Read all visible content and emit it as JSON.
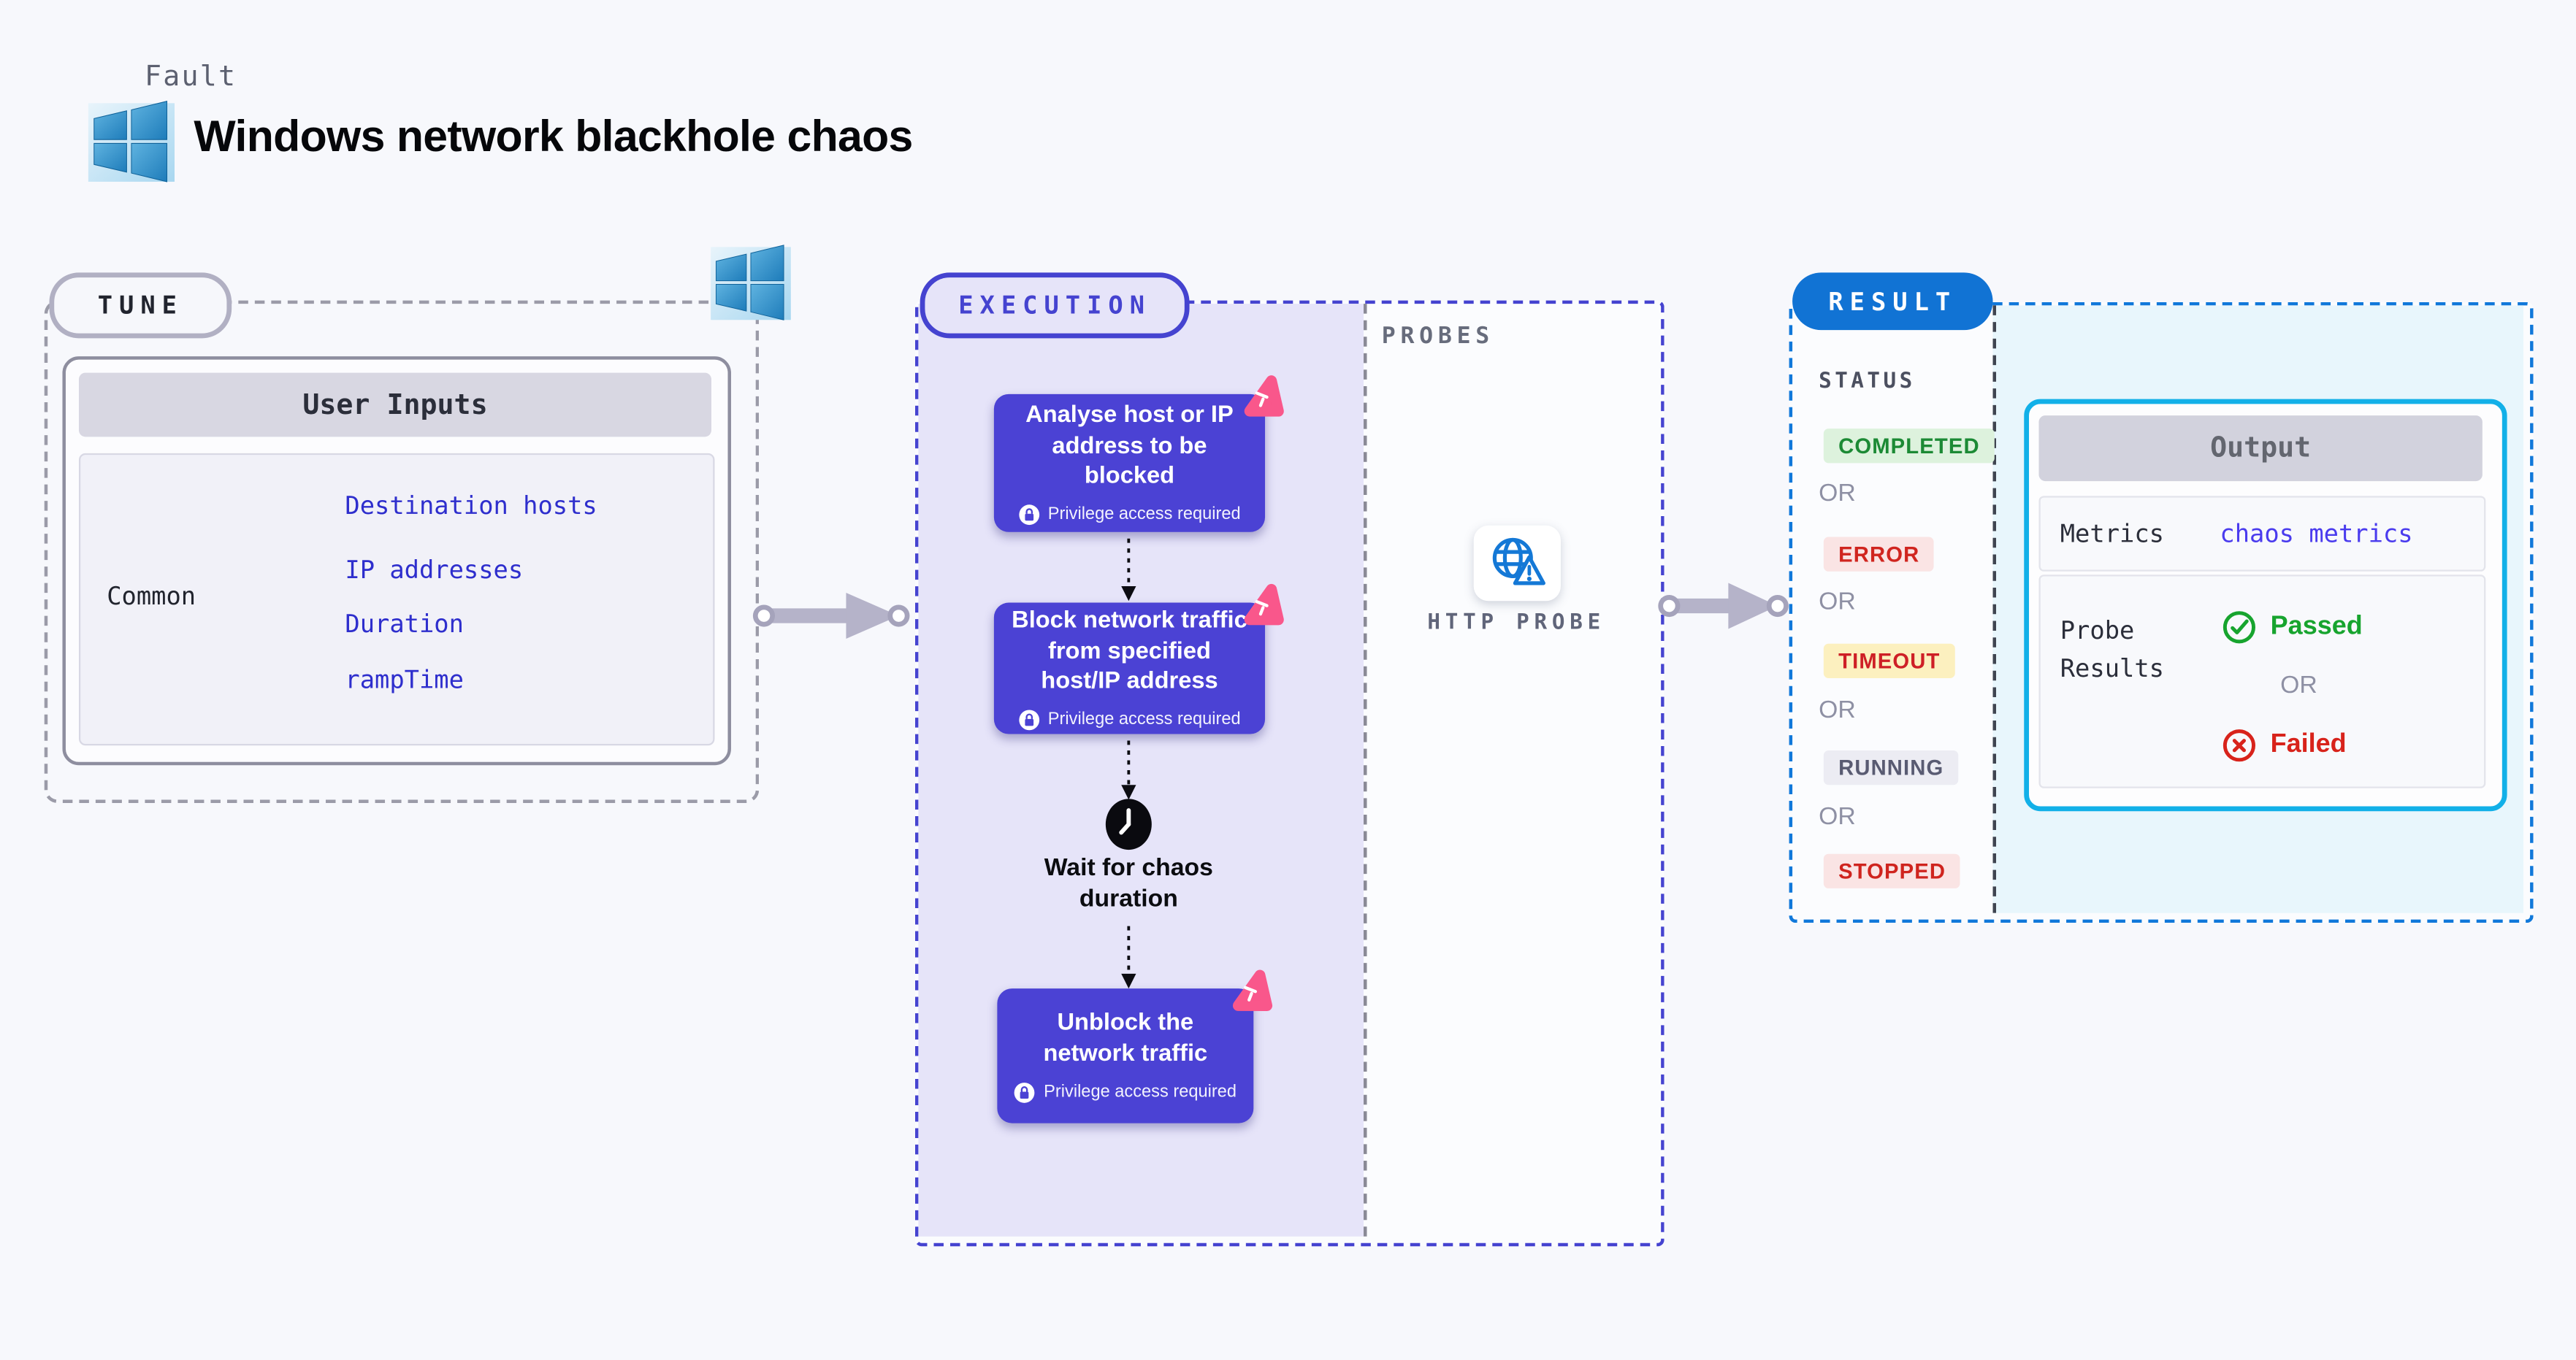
{
  "header": {
    "fault_label": "Fault",
    "title": "Windows network blackhole chaos",
    "platform_icon": "windows-logo"
  },
  "tune": {
    "pill": "TUNE",
    "table": {
      "header": "User Inputs",
      "row_label": "Common",
      "links": [
        {
          "label": "Destination hosts"
        },
        {
          "label": "IP addresses"
        },
        {
          "label": "Duration"
        },
        {
          "label": "rampTime"
        }
      ]
    }
  },
  "execution": {
    "pill": "EXECUTION",
    "steps": [
      {
        "title": "Analyse host or IP address to be blocked",
        "note": "Privilege access required"
      },
      {
        "title": "Block network traffic from specified host/IP address",
        "note": "Privilege access required"
      },
      {
        "title": "Wait for chaos duration"
      },
      {
        "title": "Unblock the network traffic",
        "note": "Privilege access required"
      }
    ],
    "probes": {
      "section_label": "PROBES",
      "probe_name": "HTTP PROBE"
    }
  },
  "result": {
    "pill": "RESULT",
    "status": {
      "label": "STATUS",
      "or_label": "OR",
      "badges": [
        {
          "label": "COMPLETED",
          "fg": "#1c8a35",
          "bg": "#ddf2dd"
        },
        {
          "label": "ERROR",
          "fg": "#d0251f",
          "bg": "#fae4e4"
        },
        {
          "label": "TIMEOUT",
          "fg": "#ce1f26",
          "bg": "#fcf0bf"
        },
        {
          "label": "RUNNING",
          "fg": "#595b72",
          "bg": "#ececf3"
        },
        {
          "label": "STOPPED",
          "fg": "#cf241e",
          "bg": "#fae4e4"
        }
      ]
    },
    "output": {
      "header": "Output",
      "metrics_label": "Metrics",
      "metrics_link": "chaos metrics",
      "probe_results_label": "Probe Results",
      "passed_label": "Passed",
      "or_label": "OR",
      "failed_label": "Failed"
    }
  },
  "colors": {
    "accent_indigo": "#4b42d4",
    "accent_blue": "#1173d4",
    "accent_cyan": "#12b0e8",
    "accent_pink": "#f9578b",
    "link_blue": "#2e2ecd",
    "passed_green": "#17a42e",
    "failed_red": "#d8231b"
  }
}
